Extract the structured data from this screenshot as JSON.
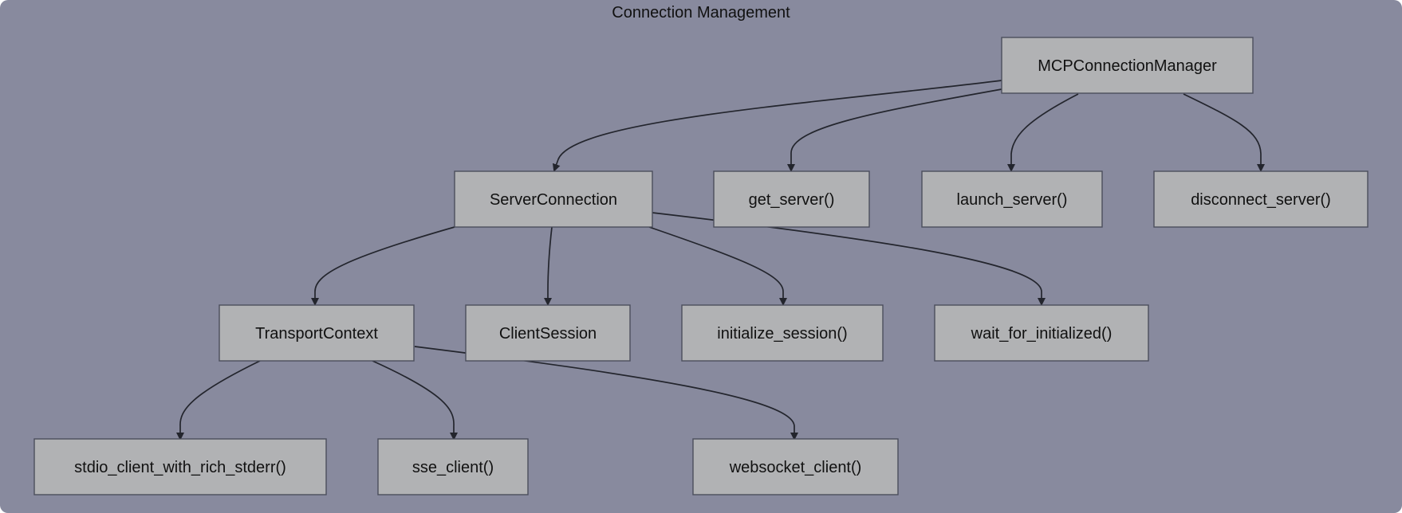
{
  "colors": {
    "background": "#888a9e",
    "node_fill": "#b1b2b4",
    "node_border": "#4b4e5c",
    "edge": "#23252d",
    "text": "#111111"
  },
  "group": {
    "title": "Connection Management"
  },
  "nodes": {
    "manager": "MCPConnectionManager",
    "server_connection": "ServerConnection",
    "get_server": "get_server()",
    "launch_server": "launch_server()",
    "disconnect_server": "disconnect_server()",
    "transport_context": "TransportContext",
    "client_session": "ClientSession",
    "initialize_session": "initialize_session()",
    "wait_for_initialized": "wait_for_initialized()",
    "stdio_client": "stdio_client_with_rich_stderr()",
    "sse_client": "sse_client()",
    "websocket_client": "websocket_client()"
  },
  "edges": [
    {
      "from": "manager",
      "to": "server_connection"
    },
    {
      "from": "manager",
      "to": "get_server"
    },
    {
      "from": "manager",
      "to": "launch_server"
    },
    {
      "from": "manager",
      "to": "disconnect_server"
    },
    {
      "from": "server_connection",
      "to": "transport_context"
    },
    {
      "from": "server_connection",
      "to": "client_session"
    },
    {
      "from": "server_connection",
      "to": "initialize_session"
    },
    {
      "from": "server_connection",
      "to": "wait_for_initialized"
    },
    {
      "from": "transport_context",
      "to": "stdio_client"
    },
    {
      "from": "transport_context",
      "to": "sse_client"
    },
    {
      "from": "transport_context",
      "to": "websocket_client"
    }
  ]
}
